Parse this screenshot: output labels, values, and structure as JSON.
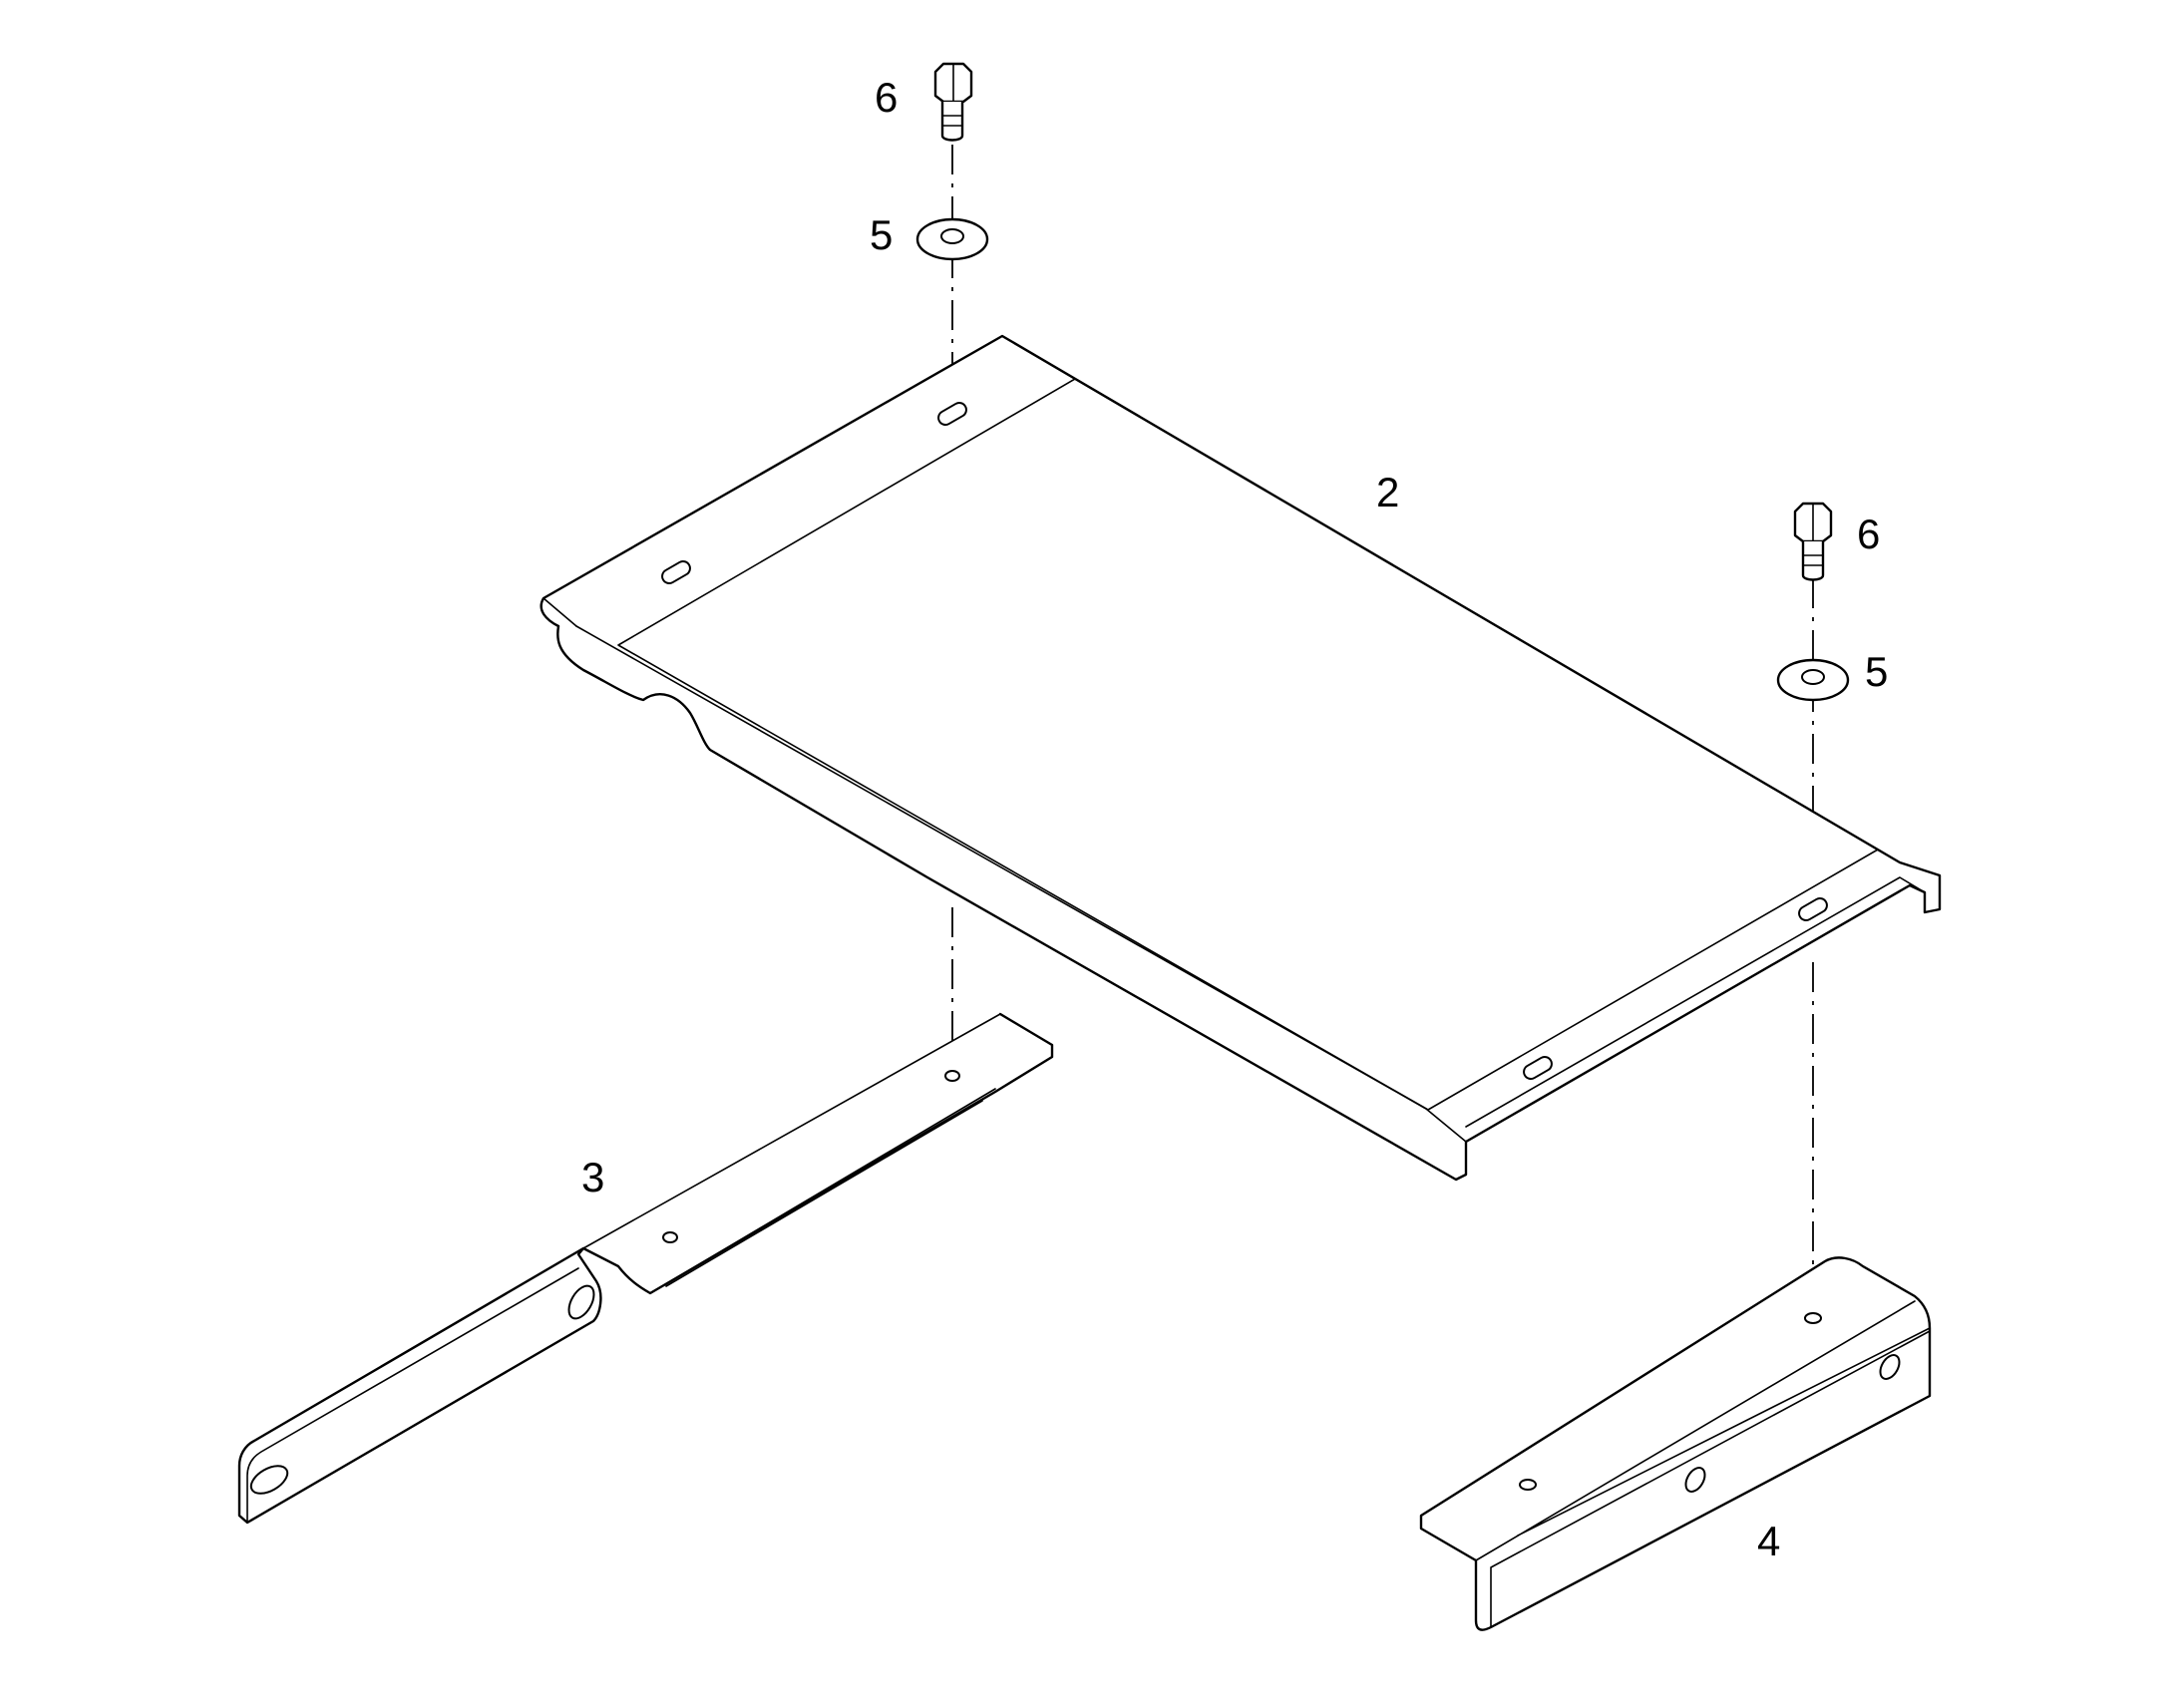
{
  "callouts": {
    "plate": "2",
    "bracket_left": "3",
    "bracket_right": "4",
    "washer_left": "5",
    "washer_right": "5",
    "bolt_left": "6",
    "bolt_right": "6"
  },
  "colors": {
    "line": "#000000",
    "background": "#ffffff"
  }
}
